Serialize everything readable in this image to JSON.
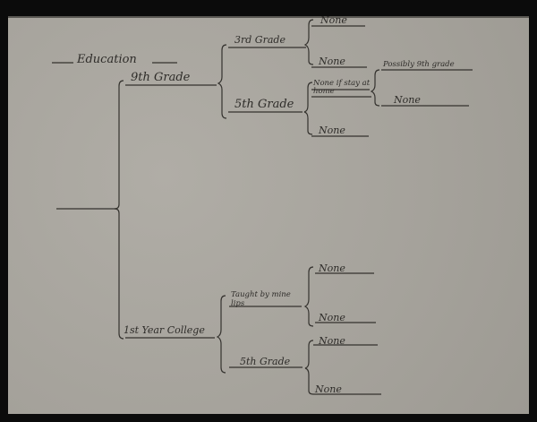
{
  "document": {
    "title": "Education",
    "root_branches": [
      {
        "label": "9th Grade",
        "children": [
          {
            "label": "3rd Grade",
            "children": [
              {
                "label": "None"
              },
              {
                "label": "None"
              }
            ]
          },
          {
            "label": "5th Grade",
            "children": [
              {
                "label": "None if stay at home",
                "children": [
                  {
                    "label": "Possibly 9th grade"
                  },
                  {
                    "label": "None"
                  }
                ]
              },
              {
                "label": "None"
              }
            ]
          }
        ]
      },
      {
        "label": "1st Year College",
        "children": [
          {
            "label": "Taught by mine lips",
            "children": [
              {
                "label": "None"
              },
              {
                "label": "None"
              }
            ]
          },
          {
            "label": "5th Grade",
            "children": [
              {
                "label": "None"
              },
              {
                "label": "None"
              }
            ]
          }
        ]
      }
    ]
  },
  "colors": {
    "ink": "#2e2c29",
    "paper": "#a7a49d",
    "border": "#0b0b0b"
  }
}
